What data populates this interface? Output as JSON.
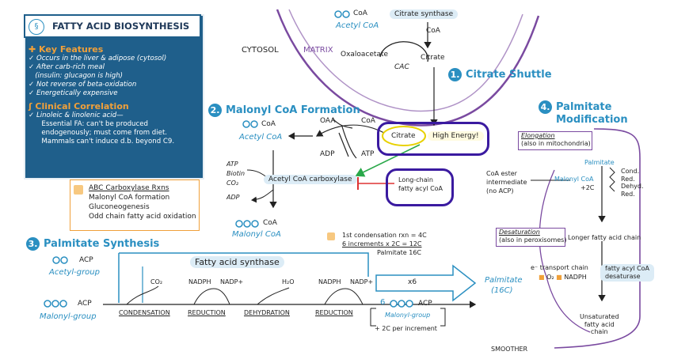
{
  "key": {
    "title": "FATTY ACID BIOSYNTHESIS",
    "features_head": "Key Features",
    "features": [
      "Occurs in the liver & adipose (cytosol)",
      "After carb-rich meal",
      "(insulin: glucagon is high)",
      "Not reverse of beta-oxidation",
      "Energetically expensive"
    ],
    "clinical_head": "Clinical Correlation",
    "clinical": [
      "Linoleic & linolenic acid—",
      "Essential FA: can't be produced",
      "endogenously; must come from diet.",
      "Mammals can't induce d.b. beyond C9."
    ]
  },
  "abc": {
    "head": "ABC Carboxylase Rxns",
    "items": [
      "Malonyl CoA formation",
      "Gluconeogenesis",
      "Odd chain fatty acid oxidation"
    ]
  },
  "compartments": {
    "cytosol": "CYTOSOL",
    "matrix": "MATRIX"
  },
  "shuttle": {
    "num": "1.",
    "title": "Citrate Shuttle",
    "coa1": "CoA",
    "acetyl_coa": "Acetyl CoA",
    "enzyme": "Citrate synthase",
    "coa2": "CoA",
    "oxaloacetate": "Oxaloacetate",
    "citrate": "Citrate",
    "cac": "CAC"
  },
  "malonyl": {
    "num": "2.",
    "title": "Malonyl CoA Formation",
    "oaa": "OAA",
    "coa_top": "CoA",
    "coa_left": "CoA",
    "acetyl_coa": "Acetyl CoA",
    "adp_mid": "ADP",
    "atp_mid": "ATP",
    "citrate": "Citrate",
    "high_energy": "High Energy!",
    "atp": "ATP",
    "biotin": "Biotin",
    "co2": "CO₂",
    "adp": "ADP",
    "enzyme": "Acetyl CoA carboxylase",
    "inhibitor": "Long-chain fatty acyl CoA",
    "inhibitor_l1": "Long-chain",
    "inhibitor_l2": "fatty acyl CoA",
    "coa_bottom": "CoA",
    "malonyl_coa": "Malonyl CoA"
  },
  "synthesis": {
    "num": "3.",
    "title": "Palmitate Synthesis",
    "acp1": "ACP",
    "acetyl_group": "Acetyl-group",
    "acp2": "ACP",
    "malonyl_group": "Malonyl-group",
    "enzyme": "Fatty acid synthase",
    "co2": "CO₂",
    "nadph1": "NADPH",
    "nadp1": "NADP+",
    "h2o": "H₂O",
    "nadph2": "NADPH",
    "nadp2": "NADP+",
    "steps": [
      "CONDENSATION",
      "REDUCTION",
      "DEHYDRATION",
      "REDUCTION"
    ],
    "note1": "1st condensation rxn = 4C",
    "note2": "6 increments x 2C = 12C",
    "note3": "Palmitate 16C",
    "x6": "x6",
    "six": "6",
    "acp3": "ACP",
    "malonyl_group2": "Malonyl-group",
    "per_increment": "+ 2C per increment",
    "palmitate": "Palmitate",
    "palmitate_c": "(16C)"
  },
  "modification": {
    "num": "4.",
    "title1": "Palmitate",
    "title2": "Modification",
    "elongation": "Elongation",
    "elongation_sub": "(also in mitochondria)",
    "palmitate": "Palmitate",
    "coa_ester": "CoA ester",
    "intermediate": "intermediate",
    "no_acp": "(no ACP)",
    "malonyl_coa": "Malonyl CoA",
    "plus2c": "+2C",
    "cond": [
      "Cond.",
      "Red.",
      "Dehyd.",
      "Red."
    ],
    "desaturation": "Desaturation",
    "desaturation_sub": "(also in peroxisomes)",
    "longer": "Longer fatty acid chain",
    "transport": "e⁻ transport chain",
    "o2": "O₂",
    "nadph": "NADPH",
    "desaturase1": "fatty acyl CoA",
    "desaturase2": "desaturase",
    "unsat1": "Unsaturated",
    "unsat2": "fatty acid",
    "unsat3": "chain",
    "smoother": "SMOOTHER"
  },
  "colors": {
    "blue": "#2a8fc1",
    "navy": "#1f5f8b",
    "purple": "#7a4aa0",
    "ink": "#3a1aa0",
    "orange": "#f0a03a",
    "green": "#2aa84a",
    "red": "#d33"
  }
}
